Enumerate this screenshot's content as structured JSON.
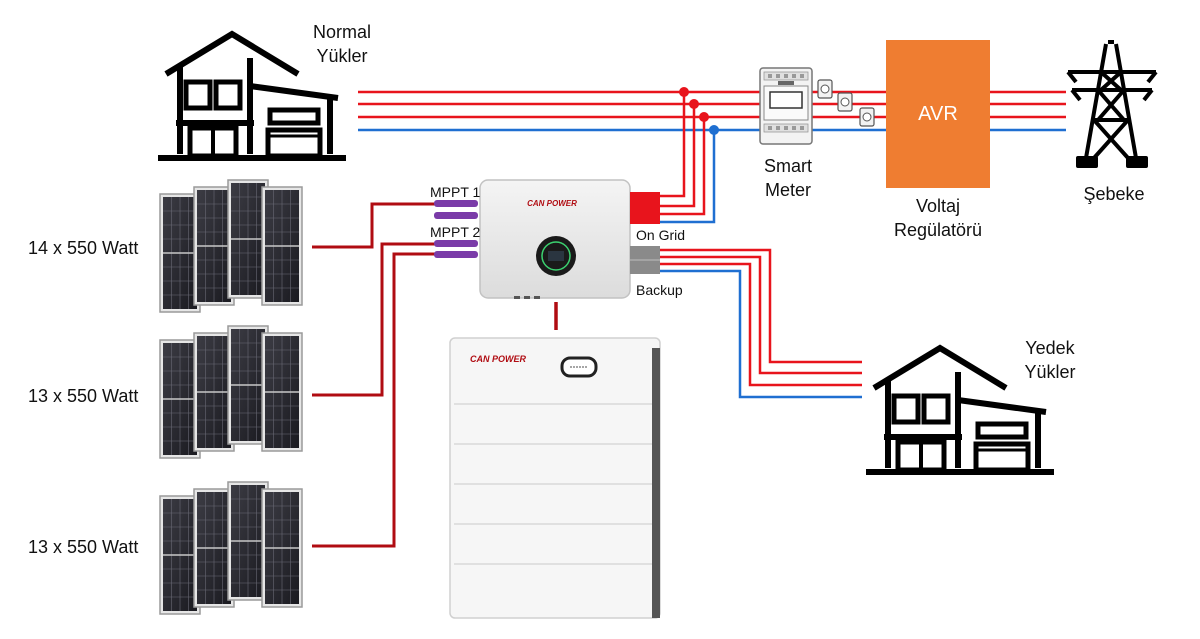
{
  "labels": {
    "normal_loads_line1": "Normal",
    "normal_loads_line2": "Yükler",
    "smart_meter_line1": "Smart",
    "smart_meter_line2": "Meter",
    "avr": "AVR",
    "voltage_regulator_line1": "Voltaj",
    "voltage_regulator_line2": "Regülatörü",
    "grid": "Şebeke",
    "mppt1": "MPPT 1",
    "mppt2": "MPPT 2",
    "on_grid": "On Grid",
    "backup": "Backup",
    "backup_loads_line1": "Yedek",
    "backup_loads_line2": "Yükler",
    "pv_array_1": "14 x 550 Watt",
    "pv_array_2": "13 x 550 Watt",
    "pv_array_3": "13 x 550 Watt",
    "inverter_brand": "CAN POWER",
    "battery_brand": "CAN POWER"
  },
  "colors": {
    "phase": "#e8141c",
    "neutral": "#1f6fd1",
    "dc": "#b00c12",
    "mppt": "#7a3ba8",
    "avr": "#ef7d31"
  }
}
